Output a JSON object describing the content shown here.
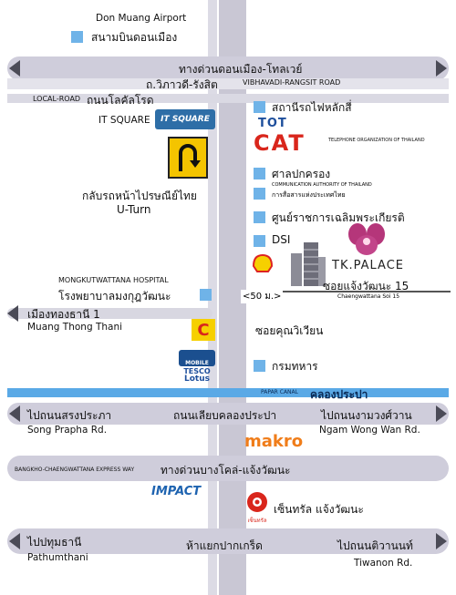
{
  "top": {
    "airport_en": "Don Muang Airport",
    "airport_th": "สนามบินดอนเมือง"
  },
  "roads": {
    "tollway_th": "ทางด่วนดอนเมือง-โทลเวย์",
    "vibhavadi_th": "ถ.วิภาวดี-รังสิต",
    "vibhavadi_en": "VIBHAVADI-RANGSIT ROAD",
    "local_en": "LOCAL-ROAD",
    "local_th": "ถนนโลคัลโรด",
    "canal_en": "PAPAR CANAL",
    "canal_th": "คลองประปา",
    "songprapha_th": "ไปถนนสรงประภา",
    "songprapha_en": "Song Prapha Rd.",
    "bypass_th": "ถนนเลียบคลองประปา",
    "ngamwongwan_th": "ไปถนนงามวงศ์วาน",
    "ngamwongwan_en": "Ngam Wong Wan Rd.",
    "expressway_en": "BANGKHO-CHAENGWATTANA EXPRESS WAY",
    "expressway_th": "ทางด่วนบางโคล่-แจ้งวัฒนะ",
    "pathum_th": "ไปปทุมธานี",
    "pathum_en": "Pathumthani",
    "pakkret_th": "ห้าแยกปากเกร็ด",
    "tiwanon_th": "ไปถนนติวานนท์",
    "tiwanon_en": "Tiwanon Rd.",
    "muang_thong_th": "เมืองทองธานี 1",
    "muang_thong_en": "Muang Thong Thani"
  },
  "places": {
    "it_square": "IT SQUARE",
    "it_square_logo": "IT SQUARE",
    "station": "สถานีรถไฟหลักสี่",
    "tot": "TOT",
    "cat": "CAT",
    "cat_note": "TELEPHONE ORGANIZATION OF THAILAND",
    "court": "ศาลปกครอง",
    "cat_auth_en": "COMMUNICATION AUTHORITY OF THAILAND",
    "cat_auth_th": "การสื่อสารแห่งประเทศไทย",
    "govt_center": "ศูนย์ราชการเฉลิมพระเกียรติ",
    "uturn_th": "กลับรถหน้าไปรษณีย์ไทย",
    "uturn_en": "U-Turn",
    "dsi": "DSI",
    "shell": "Shell",
    "tk_palace": "TK.PALACE",
    "hospital_en": "MONGKUTWATTANA HOSPITAL",
    "hospital_th": "โรงพยาบาลมงกุฎวัฒนะ",
    "distance": "<50 ม.>",
    "soi15_th": "ซอยแจ้งวัฒนะ 15",
    "soi15_en": "Chaengwattana Soi 15",
    "soi_khun": "ซอยคุณวิเวียน",
    "army": "กรมทหาร",
    "c_logo": "C",
    "mobile": "MOBILE",
    "tesco": "TESCO",
    "lotus": "Lotus",
    "makro": "makro",
    "impact": "IMPACT",
    "central_logo_text": "เซ็นทรัล",
    "central": "เซ็นทรัล แจ้งวัฒนะ"
  },
  "colors": {
    "road": "#cfcddb",
    "marker": "#6fb3e8",
    "canal": "#5aa9e6",
    "cat_red": "#d9261c",
    "makro_orange": "#f07d1a",
    "impact_blue": "#1e63b0"
  }
}
